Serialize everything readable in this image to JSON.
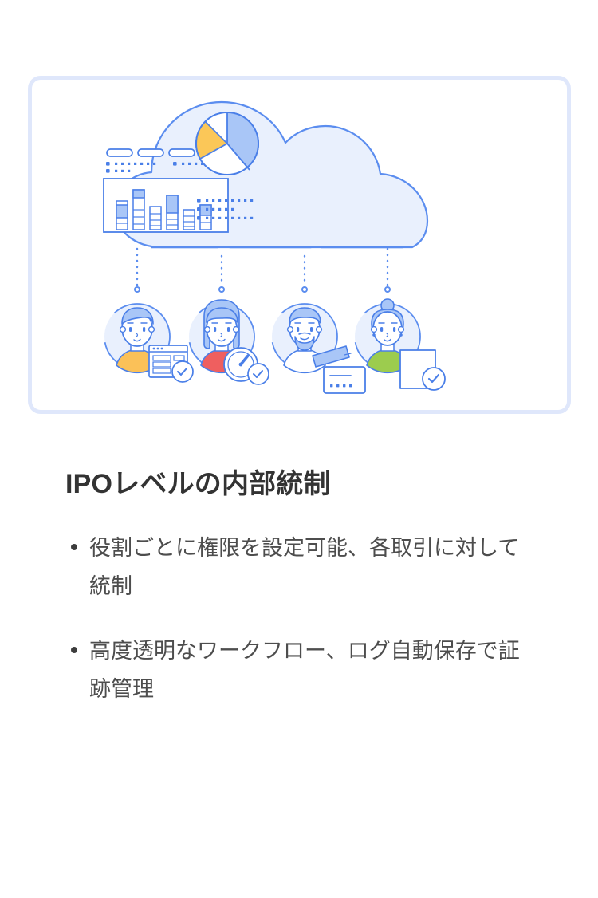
{
  "card": {
    "border_color": "#dfe7fb",
    "background": "#ffffff"
  },
  "illustration": {
    "name": "cloud-dashboard-with-users-illustration",
    "alt": "クラウド上のダッシュボードと4人のユーザーが点線でつながったイラスト",
    "colors": {
      "cloud_fill": "#e9f0fd",
      "cloud_stroke": "#5b8def",
      "accent_blue": "#a9c6f7",
      "accent_yellow": "#fbc758",
      "accent_red": "#ef5f5f",
      "accent_green": "#9ccc4e",
      "accent_orange": "#fbc158",
      "line_blue": "#4a7fe8",
      "face_fill": "#ffffff",
      "halo_fill": "#e9f0fd"
    },
    "cloud_dashboard": {
      "pill_count": 4,
      "dot_rows_left": [
        7,
        3
      ],
      "dot_rows_right": [
        7
      ],
      "pie_slices": [
        {
          "label": "blue",
          "color": "#a9c6f7",
          "value": 35
        },
        {
          "label": "white-lower",
          "color": "#ffffff",
          "value": 25
        },
        {
          "label": "yellow",
          "color": "#fbc758",
          "value": 20
        },
        {
          "label": "white-upper",
          "color": "#ffffff",
          "value": 20
        }
      ],
      "bars": [
        {
          "height": 46,
          "fill_segment": 0.45
        },
        {
          "height": 72,
          "fill_segment": 0.22
        },
        {
          "height": 40,
          "fill_segment": 0.0
        },
        {
          "height": 58,
          "fill_segment": 0.38
        },
        {
          "height": 34,
          "fill_segment": 0.0
        },
        {
          "height": 40,
          "fill_segment": 0.38
        }
      ],
      "pie_dot_rows": [
        8,
        5,
        8
      ]
    },
    "connectors": {
      "count": 4,
      "style": "dotted-vertical-with-end-circle"
    },
    "avatars": [
      {
        "name": "avatar-user-1",
        "shirt_color": "#fbc158",
        "badge": "browser-window-with-check-icon"
      },
      {
        "name": "avatar-user-2",
        "shirt_color": "#ef5f5f",
        "badge": "clock-gauge-with-check-icon"
      },
      {
        "name": "avatar-user-3",
        "shirt_color": "#ffffff",
        "badge": "credit-card-icon"
      },
      {
        "name": "avatar-user-4",
        "shirt_color": "#9ccc4e",
        "badge": "document-with-check-icon"
      }
    ]
  },
  "content": {
    "title": "IPOレベルの内部統制",
    "bullets": [
      "役割ごとに権限を設定可能、各取引に対して統制",
      "高度透明なワークフロー、ログ自動保存で証跡管理"
    ]
  }
}
